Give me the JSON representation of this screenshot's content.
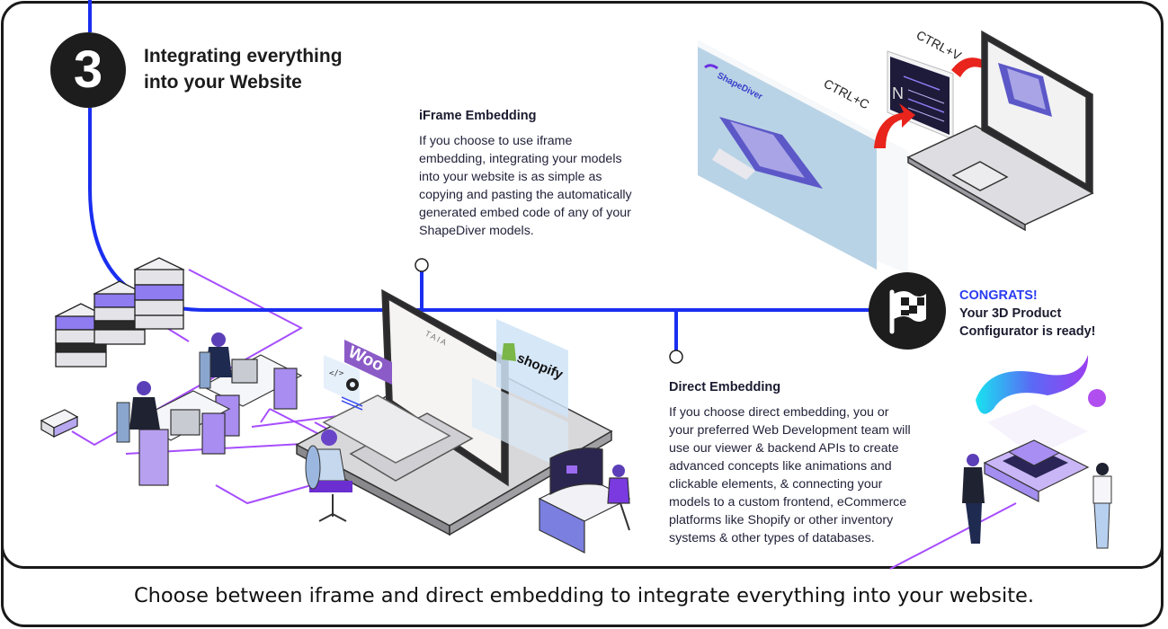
{
  "step": {
    "number": "3",
    "title_line1": "Integrating everything",
    "title_line2": "into your Website",
    "icon": "number-badge"
  },
  "iframe_embedding": {
    "heading": "iFrame Embedding",
    "body": "If you choose to use iframe embedding, integrating your models into your website is as simple as copying and pasting the automatically generated embed code of any of your ShapeDiver models.",
    "lines": [
      "If you choose to use iframe",
      "embedding, integrating your models",
      "into your website is as simple as",
      "copying and pasting the automatically",
      "generated embed code of any of your",
      "ShapeDiver models."
    ]
  },
  "direct_embedding": {
    "heading": "Direct Embedding",
    "lines": [
      "If you choose direct embedding, you or",
      "your preferred Web Development team will",
      "use our viewer & backend APIs to create",
      "advanced concepts like animations and",
      "clickable elements, & connecting your",
      "models to a custom frontend, eCommerce",
      "platforms like Shopify or other inventory",
      "systems & other types of databases."
    ]
  },
  "congrats": {
    "line1": "CONGRATS!",
    "line2": "Your 3D Product",
    "line3": "Configurator is ready!",
    "icon": "checkered-flag-icon"
  },
  "illustration": {
    "copy_label": "CTRL+C",
    "paste_label": "CTRL+V",
    "brand_viewer": "ShapeDiver",
    "brand_woo": "Woo",
    "brand_shopify": "shopify",
    "storefront_name": "TAIA",
    "code_symbol": "</>"
  },
  "colors": {
    "path_blue": "#1a2ef0",
    "network_purple": "#a64dff",
    "accent_purple": "#8e7cf0",
    "dark": "#1d1d1d",
    "congrats_blue": "#2a3cf0"
  },
  "caption": "Choose between iframe and direct embedding to integrate everything into your website."
}
